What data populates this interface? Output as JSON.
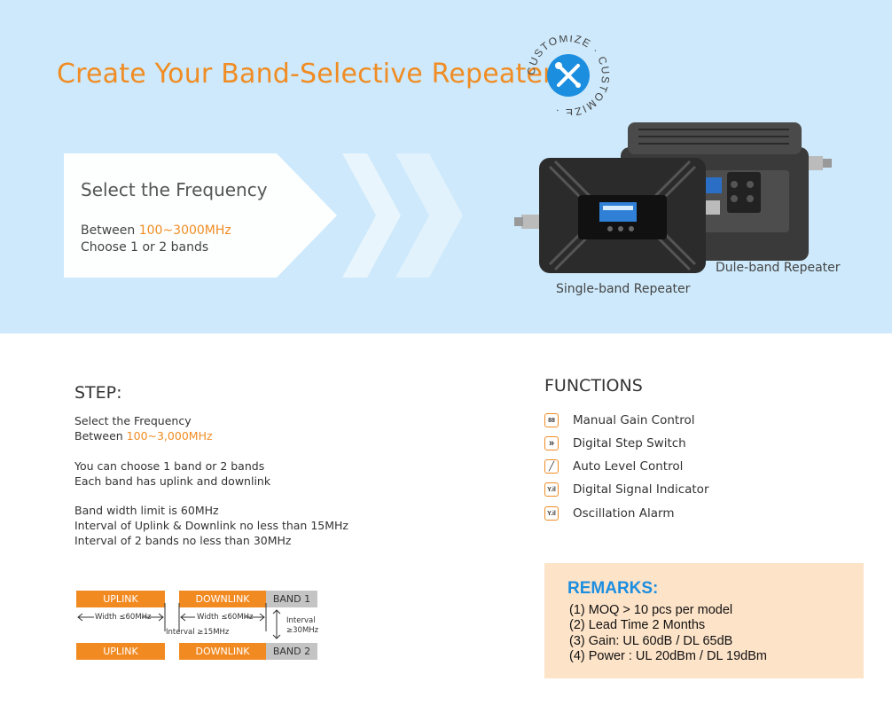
{
  "hero": {
    "title": "Create Your Band-Selective Repeater",
    "badge_text": "CUSTOMIZE · CUSTOMIZE ·",
    "card": {
      "heading": "Select the Frequency",
      "line1_prefix": "Between ",
      "line1_value": "100~3000MHz",
      "line2": "Choose 1 or 2 bands"
    },
    "labels": {
      "single": "Single-band Repeater",
      "dual": "Dule-band Repeater"
    },
    "colors": {
      "accent": "#f08c23",
      "hero_bg": "#cde9fb"
    }
  },
  "step": {
    "heading": "STEP:",
    "p1_line1": "Select the Frequency",
    "p1_line2_prefix": "Between ",
    "p1_line2_value": "100~3,000MHz",
    "p2_line1": "You can choose 1 band or 2 bands",
    "p2_line2": "Each band has uplink and downlink",
    "p3_line1": "Band width limit is 60MHz",
    "p3_line2": "Interval of Uplink & Downlink no less than 15MHz",
    "p3_line3": "Interval of 2 bands no less than 30MHz"
  },
  "diagram": {
    "uplink": "UPLINK",
    "downlink": "DOWNLINK",
    "band1": "BAND 1",
    "band2": "BAND 2",
    "width1": "Width ≤60MHz",
    "width2": "Width ≤60MHz",
    "interval_ud": "Interval ≥15MHz",
    "interval_bands_1": "Interval",
    "interval_bands_2": "≥30MHz"
  },
  "functions": {
    "heading": "FUNCTIONS",
    "items": [
      {
        "label": "Manual Gain Control",
        "icon": "gain-dial-icon",
        "glyph": "88"
      },
      {
        "label": "Digital Step Switch",
        "icon": "step-switch-icon",
        "glyph": "»"
      },
      {
        "label": "Auto Level Control",
        "icon": "level-curve-icon",
        "glyph": "╱"
      },
      {
        "label": "Digital Signal Indicator",
        "icon": "signal-bars-icon",
        "glyph": "Y.il"
      },
      {
        "label": "Oscillation Alarm",
        "icon": "alarm-signal-icon",
        "glyph": "Y.il"
      }
    ]
  },
  "remarks": {
    "heading": "REMARKS:",
    "lines": [
      "(1) MOQ > 10 pcs per model",
      "(2) Lead Time 2 Months",
      "(3) Gain: UL 60dB / DL 65dB",
      "(4) Power : UL 20dBm / DL 19dBm"
    ]
  }
}
